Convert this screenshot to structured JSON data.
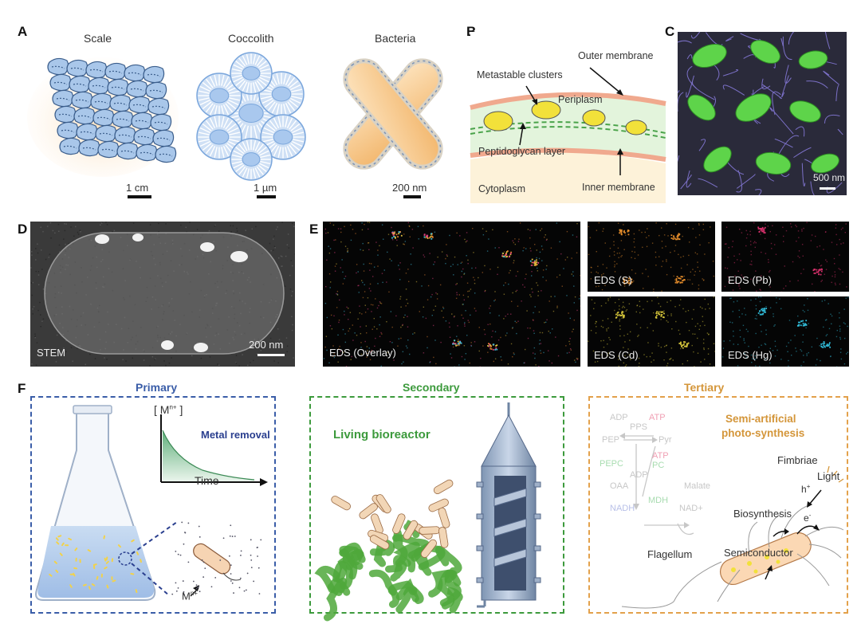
{
  "panels": {
    "a": {
      "label": "A",
      "titles": [
        "Scale",
        "Coccolith",
        "Bacteria"
      ],
      "scales": [
        "1 cm",
        "1 µm",
        "200 nm"
      ]
    },
    "b": {
      "label": "B",
      "labels": {
        "outer_membrane": "Outer membrane",
        "metastable": "Metastable clusters",
        "periplasm": "Periplasm",
        "peptidoglycan": "Peptidoglycan layer",
        "cytoplasm": "Cytoplasm",
        "inner_membrane": "Inner membrane"
      }
    },
    "c": {
      "label": "C",
      "scale": "500 nm"
    },
    "d": {
      "label": "D",
      "mode": "STEM",
      "scale": "200 nm"
    },
    "e": {
      "label": "E",
      "overlay": "EDS (Overlay)",
      "maps": [
        "EDS (S)",
        "EDS (Pb)",
        "EDS (Cd)",
        "EDS (Hg)"
      ]
    },
    "f": {
      "label": "F",
      "primary": {
        "title": "Primary",
        "y_axis": "[ M",
        "y_axis_sup": "n+",
        "y_axis_end": " ]",
        "curve_label": "Metal removal",
        "x_axis": "Time",
        "ion": "M",
        "ion_sup": "n+"
      },
      "secondary": {
        "title": "Secondary",
        "label": "Living bioreactor"
      },
      "tertiary": {
        "title": "Tertiary",
        "label_line1": "Semi-artificial",
        "label_line2": "photo-synthesis",
        "metabolites": {
          "adp": "ADP",
          "pps": "PPS",
          "atp1": "ATP",
          "pep": "PEP",
          "pyr": "Pyr",
          "pepc": "PEPC",
          "atp2": "ATP",
          "pc": "PC",
          "adp2": "ADP",
          "oaa": "OAA",
          "malate": "Malate",
          "nadh": "NADH",
          "mdh": "MDH",
          "nad": "NAD+"
        },
        "labels": {
          "fimbriae": "Fimbriae",
          "light": "Light",
          "hplus": "h",
          "hplus_sup": "+",
          "biosynthesis": "Biosynthesis",
          "eminus": "e",
          "eminus_sup": "-",
          "flagellum": "Flagellum",
          "semiconductor": "Semiconductor"
        }
      },
      "colors": {
        "primary": "#3a5da8",
        "secondary": "#3c9a3c",
        "tertiary": "#d4963a"
      }
    }
  }
}
